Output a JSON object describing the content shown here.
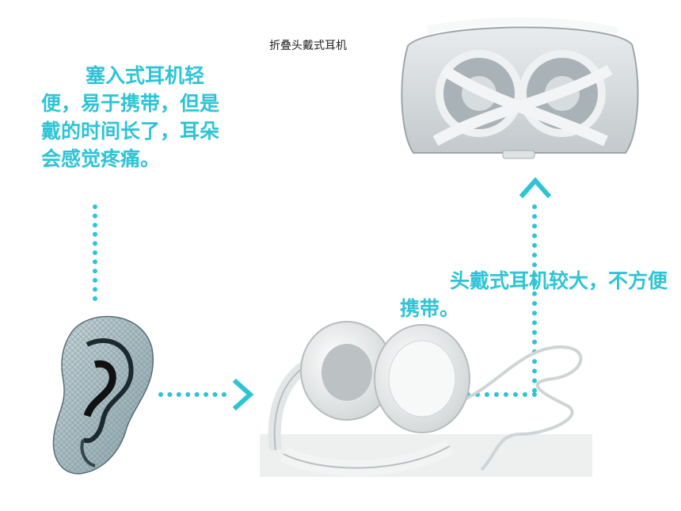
{
  "folding_label": "折叠头戴式耳机",
  "earbud_text": "塞入式耳机轻便，易于携带，但是戴的时间长了，耳朵会感觉疼痛。",
  "headphone_text": "头戴式耳机较大，不方便携带。",
  "colors": {
    "accent": "#2ec4d6",
    "background": "#ffffff"
  },
  "images": {
    "ear": "ear-wireframe",
    "headphones": "white-over-ear-headphones",
    "folded_case": "folded-headphones-in-case"
  }
}
